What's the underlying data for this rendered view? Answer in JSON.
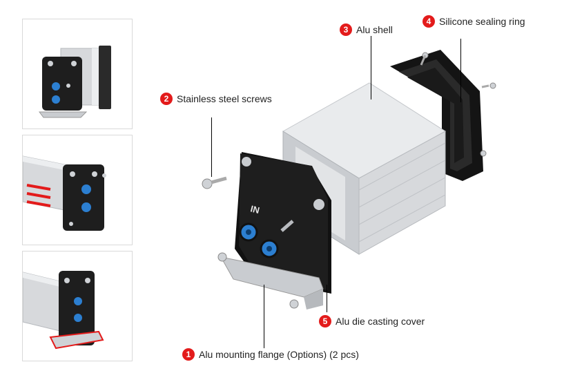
{
  "colors": {
    "accent": "#e31b1b",
    "cover": "#1e1e1e",
    "shell": "#d7d9dc",
    "connector": "#2c7fd1"
  },
  "thumbnails": [
    {
      "icon": "enclosure-front-view"
    },
    {
      "icon": "enclosure-side-view"
    },
    {
      "icon": "enclosure-flange-view"
    }
  ],
  "cover_label": "IN",
  "callouts": [
    {
      "number": "1",
      "text": "Alu mounting flange (Options) (2 pcs)"
    },
    {
      "number": "2",
      "text": "Stainless steel screws"
    },
    {
      "number": "3",
      "text": "Alu shell"
    },
    {
      "number": "4",
      "text": "Silicone sealing ring"
    },
    {
      "number": "5",
      "text": "Alu die casting cover"
    }
  ]
}
